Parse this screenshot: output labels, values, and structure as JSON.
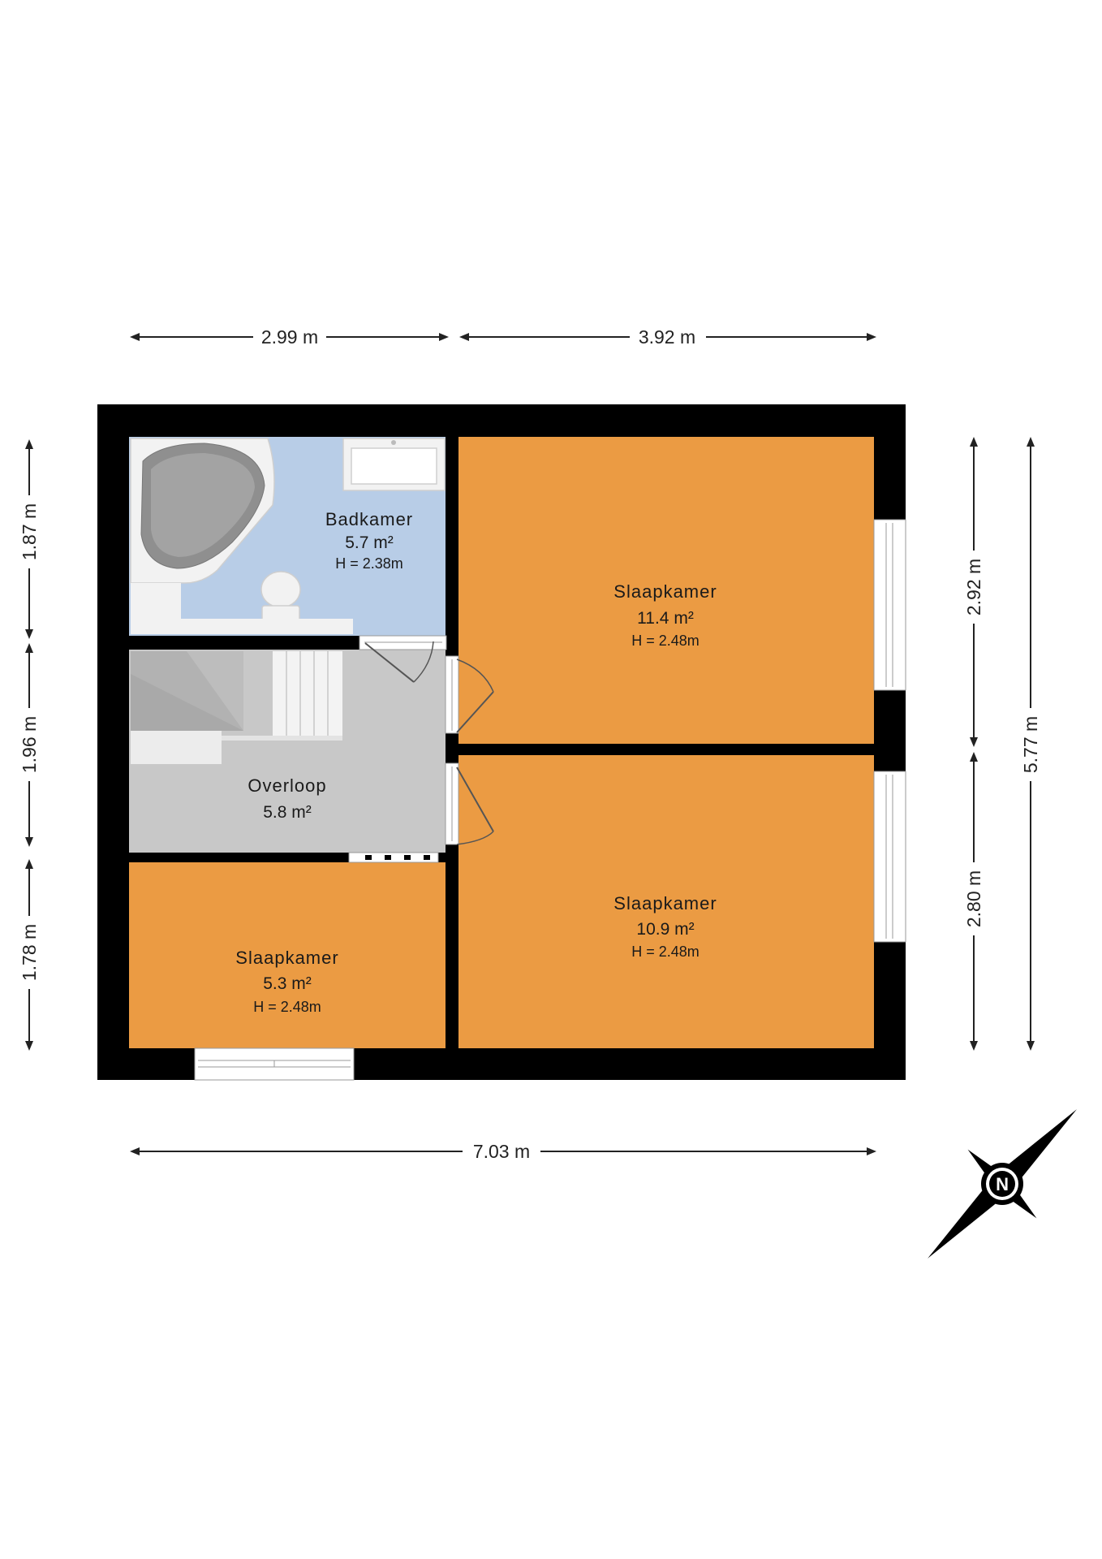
{
  "colors": {
    "wall": "#000000",
    "bedroom": "#EB9B43",
    "bathroom": "#B8CDE7",
    "landing": "#C8C8C8",
    "background": "#FFFFFF"
  },
  "rooms": [
    {
      "id": "badkamer",
      "name": "Badkamer",
      "area": "5.7 m²",
      "height": "H = 2.38m"
    },
    {
      "id": "slaapkamer-1",
      "name": "Slaapkamer",
      "area": "11.4 m²",
      "height": "H = 2.48m"
    },
    {
      "id": "overloop",
      "name": "Overloop",
      "area": "5.8 m²"
    },
    {
      "id": "slaapkamer-2",
      "name": "Slaapkamer",
      "area": "10.9 m²",
      "height": "H = 2.48m"
    },
    {
      "id": "slaapkamer-3",
      "name": "Slaapkamer",
      "area": "5.3 m²",
      "height": "H = 2.48m"
    }
  ],
  "dimensions": {
    "top_left": "2.99 m",
    "top_right": "3.92 m",
    "bottom_total": "7.03 m",
    "left_top": "1.87 m",
    "left_middle": "1.96 m",
    "left_bottom": "1.78 m",
    "right_upper": "2.92 m",
    "right_lower": "2.80 m",
    "right_total": "5.77 m"
  },
  "compass": {
    "label": "N",
    "icon": "compass-icon"
  }
}
